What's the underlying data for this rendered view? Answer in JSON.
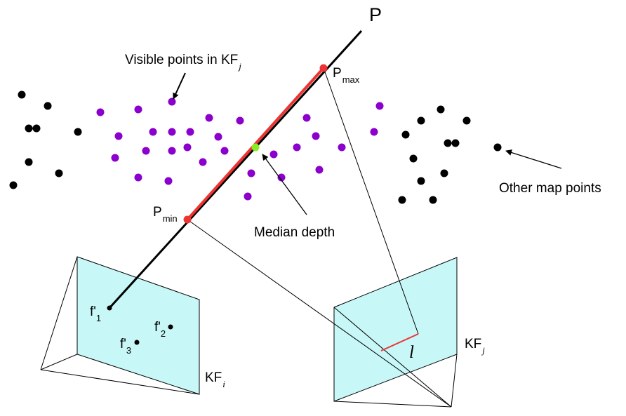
{
  "labels": {
    "P": "P",
    "visible": {
      "main": "Visible points in KF",
      "sub": "j"
    },
    "other": "Other map points",
    "median": "Median depth",
    "pmax": {
      "main": "P",
      "sub": "max"
    },
    "pmin": {
      "main": "P",
      "sub": "min"
    },
    "f1": {
      "main": "f'",
      "sub": "1"
    },
    "f2": {
      "main": "f'",
      "sub": "2"
    },
    "f3": {
      "main": "f'",
      "sub": "3"
    },
    "kfi": {
      "main": "KF",
      "sub": "i"
    },
    "kfj": {
      "main": "KF",
      "sub": "j"
    },
    "l": "l"
  },
  "colors": {
    "visible_point": "#8B00CC",
    "other_point": "#000000",
    "depth_segment": "#EE3333",
    "median_point": "#88EE22",
    "image_plane": "#C8F7F7"
  }
}
